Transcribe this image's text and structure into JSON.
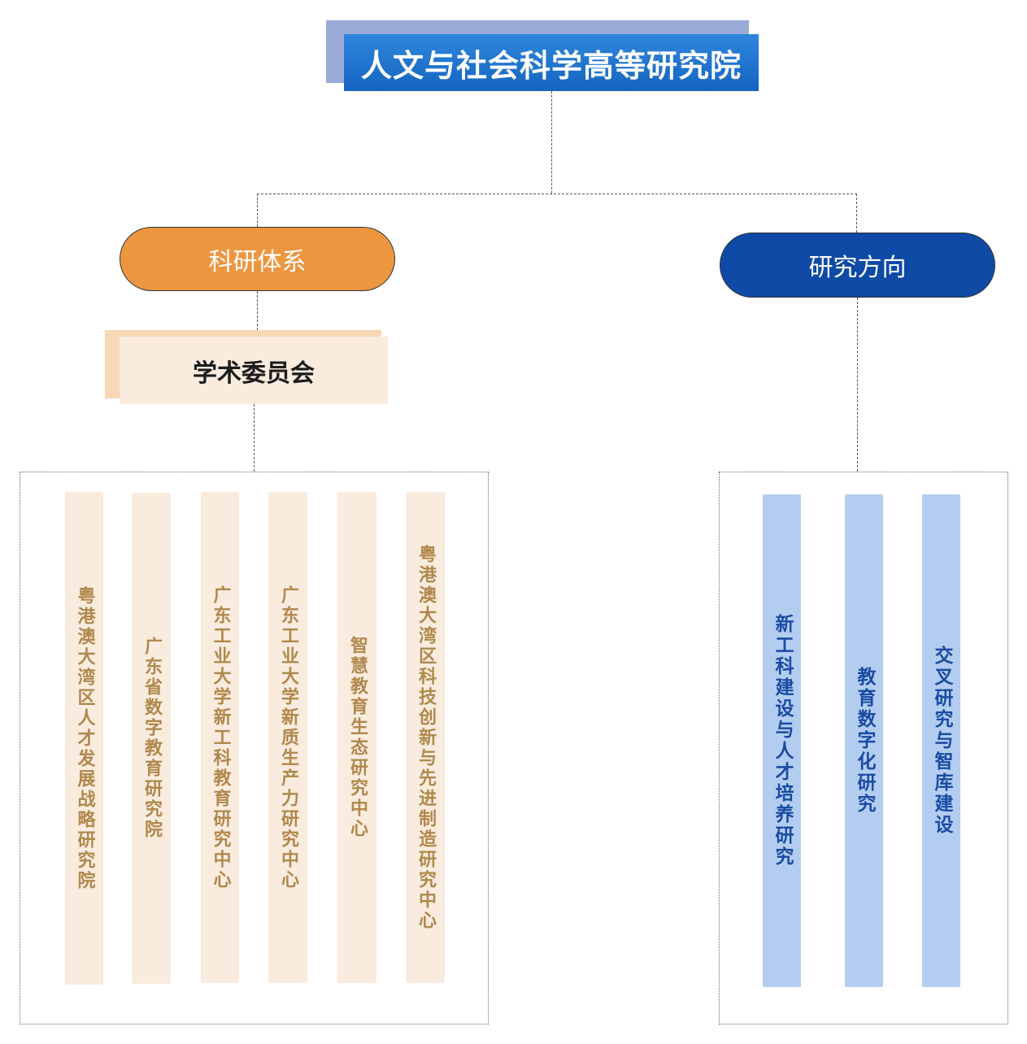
{
  "title": "人文与社会科学高等研究院",
  "branches": {
    "research_system": {
      "label": "科研体系",
      "committee": "学术委员会",
      "units": [
        "粤港澳大湾区人才发展战略研究院",
        "广东省数字教育研究院",
        "广东工业大学新工科教育研究中心",
        "广东工业大学新质生产力研究中心",
        "智慧教育生态研究中心",
        "粤港澳大湾区科技创新与先进制造研究中心"
      ]
    },
    "research_directions": {
      "label": "研究方向",
      "items": [
        "新工科建设与人才培养研究",
        "教育数字化研究",
        "交叉研究与智库建设"
      ]
    }
  },
  "colors": {
    "title_blue": "#1e73d2",
    "orange": "#ec9640",
    "navy": "#0f4aa6",
    "tan_bg": "#f9ebde",
    "tan_text": "#b0884d",
    "light_blue": "#b3cdf1",
    "blue_text": "#1a4ba3"
  }
}
